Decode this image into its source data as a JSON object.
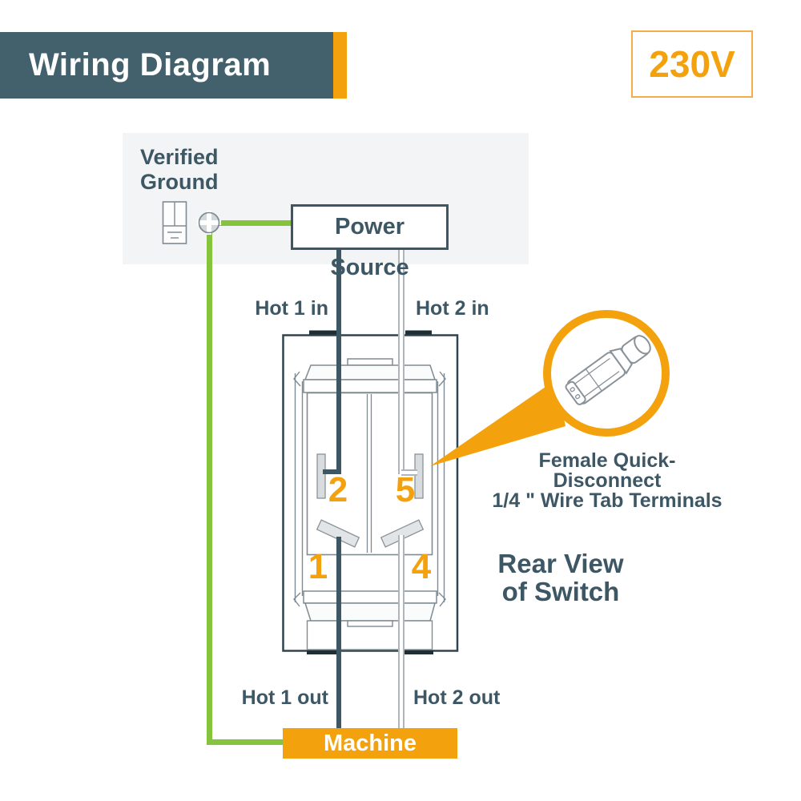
{
  "header": {
    "title": "Wiring Diagram",
    "voltage": "230V"
  },
  "labels": {
    "verified_ground_1": "Verified",
    "verified_ground_2": "Ground",
    "power_source": "Power Source",
    "machine": "Machine",
    "hot1_in": "Hot 1 in",
    "hot2_in": "Hot 2 in",
    "hot1_out": "Hot 1 out",
    "hot2_out": "Hot 2 out",
    "callout_line1": "Female Quick-Disconnect",
    "callout_line2": "1/4 \" Wire  Tab Terminals",
    "rear_view_line1": "Rear View",
    "rear_view_line2": "of Switch"
  },
  "terminals": {
    "top_left": "2",
    "top_right": "5",
    "bottom_left": "1",
    "bottom_right": "4"
  },
  "colors": {
    "slate": "#3E5765",
    "banner_bg": "#43606D",
    "orange": "#F3A20D",
    "green_wire": "#86C43D",
    "gray_wire": "#AEB6BB",
    "line_gray": "#7E8B92",
    "panel_bg": "#F3F4F6"
  }
}
